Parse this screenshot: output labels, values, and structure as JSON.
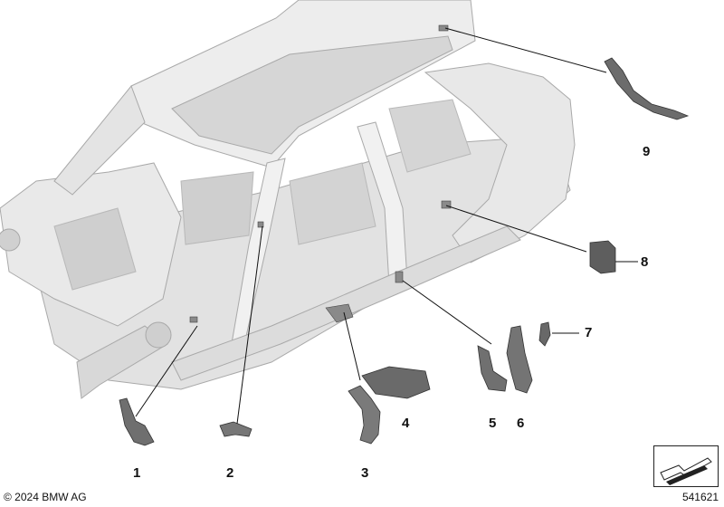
{
  "diagram": {
    "callouts": [
      {
        "id": "1",
        "label": "1"
      },
      {
        "id": "2",
        "label": "2"
      },
      {
        "id": "3",
        "label": "3"
      },
      {
        "id": "4",
        "label": "4"
      },
      {
        "id": "5",
        "label": "5"
      },
      {
        "id": "6",
        "label": "6"
      },
      {
        "id": "7",
        "label": "7"
      },
      {
        "id": "8",
        "label": "8"
      },
      {
        "id": "9",
        "label": "9"
      }
    ],
    "copyright": "© 2024 BMW AG",
    "document_number": "541621",
    "icon": "corner-arrow-icon"
  }
}
